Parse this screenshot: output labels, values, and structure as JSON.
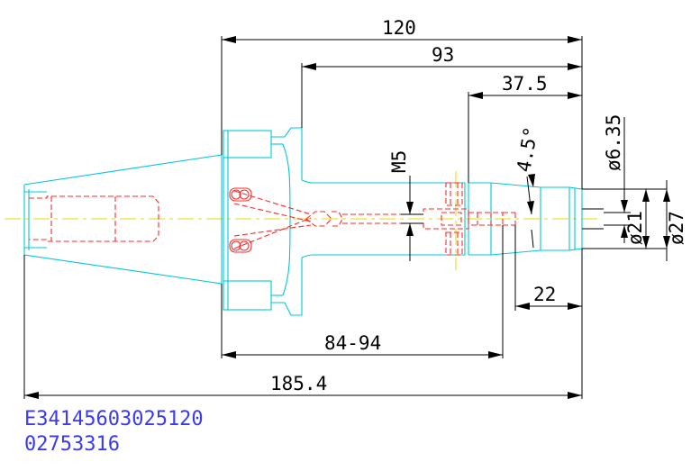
{
  "dimensions": {
    "overall_length": "120",
    "mid_length": "93",
    "nose_length": "37.5",
    "clamp_range": "84-94",
    "total_length": "185.4",
    "tip_length": "22",
    "thread": "M5",
    "taper_angle": "4.5°",
    "bore_diameter": "ø6.35",
    "nose_diameter": "ø21",
    "body_diameter": "ø27"
  },
  "identifiers": {
    "part_code": "E34145603025120",
    "serial": "02753316"
  },
  "colors": {
    "outline": "#00c8d8",
    "hidden": "#ff2a2a",
    "centerline": "#e8d800",
    "dimension": "#000000",
    "identifier": "#3a3af0"
  }
}
